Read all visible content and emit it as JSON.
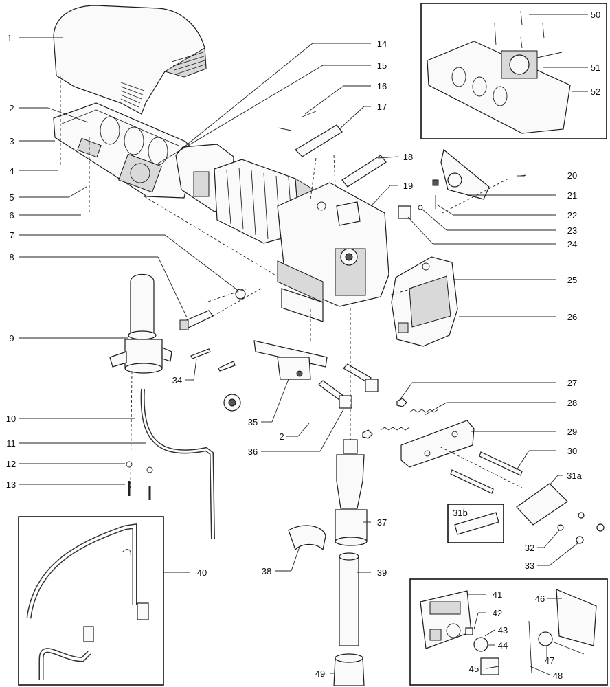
{
  "callouts": [
    {
      "id": "c1",
      "text": "1"
    },
    {
      "id": "c2",
      "text": "2"
    },
    {
      "id": "c3",
      "text": "3"
    },
    {
      "id": "c4",
      "text": "4"
    },
    {
      "id": "c5",
      "text": "5"
    },
    {
      "id": "c6",
      "text": "6"
    },
    {
      "id": "c7",
      "text": "7"
    },
    {
      "id": "c8",
      "text": "8"
    },
    {
      "id": "c9",
      "text": "9"
    },
    {
      "id": "c10",
      "text": "10"
    },
    {
      "id": "c11",
      "text": "11"
    },
    {
      "id": "c12",
      "text": "12"
    },
    {
      "id": "c13",
      "text": "13"
    },
    {
      "id": "c14",
      "text": "14"
    },
    {
      "id": "c15",
      "text": "15"
    },
    {
      "id": "c16",
      "text": "16"
    },
    {
      "id": "c17",
      "text": "17"
    },
    {
      "id": "c18",
      "text": "18"
    },
    {
      "id": "c19",
      "text": "19"
    },
    {
      "id": "c20",
      "text": "20"
    },
    {
      "id": "c21",
      "text": "21"
    },
    {
      "id": "c22",
      "text": "22"
    },
    {
      "id": "c23",
      "text": "23"
    },
    {
      "id": "c24",
      "text": "24"
    },
    {
      "id": "c25",
      "text": "25"
    },
    {
      "id": "c26",
      "text": "26"
    },
    {
      "id": "c27",
      "text": "27"
    },
    {
      "id": "c28",
      "text": "28"
    },
    {
      "id": "c29",
      "text": "29"
    },
    {
      "id": "c30",
      "text": "30"
    },
    {
      "id": "c31a",
      "text": "31a"
    },
    {
      "id": "c31b",
      "text": "31b"
    },
    {
      "id": "c32",
      "text": "32"
    },
    {
      "id": "c33",
      "text": "33"
    },
    {
      "id": "c34",
      "text": "34"
    },
    {
      "id": "c35",
      "text": "35"
    },
    {
      "id": "c2b",
      "text": "2"
    },
    {
      "id": "c36",
      "text": "36"
    },
    {
      "id": "c37",
      "text": "37"
    },
    {
      "id": "c38",
      "text": "38"
    },
    {
      "id": "c39",
      "text": "39"
    },
    {
      "id": "c40",
      "text": "40"
    },
    {
      "id": "c41",
      "text": "41"
    },
    {
      "id": "c42",
      "text": "42"
    },
    {
      "id": "c43",
      "text": "43"
    },
    {
      "id": "c44",
      "text": "44"
    },
    {
      "id": "c45",
      "text": "45"
    },
    {
      "id": "c46",
      "text": "46"
    },
    {
      "id": "c47",
      "text": "47"
    },
    {
      "id": "c48",
      "text": "48"
    },
    {
      "id": "c49",
      "text": "49"
    },
    {
      "id": "c50",
      "text": "50"
    },
    {
      "id": "c51",
      "text": "51"
    },
    {
      "id": "c52",
      "text": "52"
    }
  ]
}
